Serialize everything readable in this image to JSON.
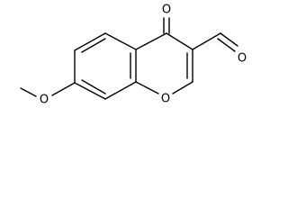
{
  "molecule": {
    "atoms": {
      "ketone_oxygen": "O",
      "ring_oxygen": "O",
      "aldehyde_oxygen": "O",
      "methoxy_oxygen": "O"
    }
  }
}
